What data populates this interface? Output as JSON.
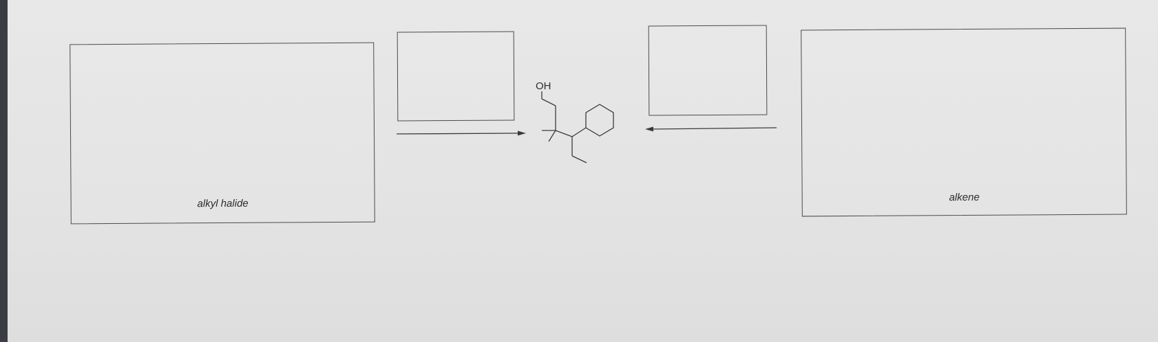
{
  "boxes": {
    "left_product": {
      "label": "alkyl halide"
    },
    "left_reagent": {
      "label": ""
    },
    "right_reagent": {
      "label": ""
    },
    "right_product": {
      "label": "alkene"
    }
  },
  "molecule": {
    "hydroxyl_label": "OH"
  },
  "arrows": [
    {
      "direction": "right"
    },
    {
      "direction": "left"
    }
  ]
}
